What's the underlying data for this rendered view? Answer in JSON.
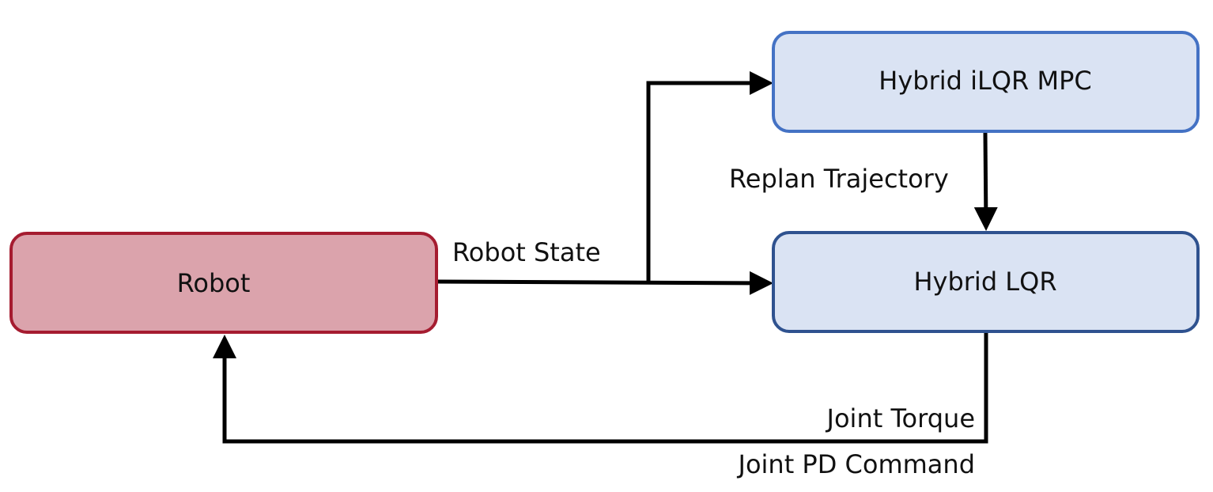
{
  "nodes": {
    "robot": {
      "label": "Robot",
      "fill": "#dba3ac",
      "border": "#a51c30"
    },
    "ilqr_mpc": {
      "label": "Hybrid iLQR MPC",
      "fill": "#dae3f3",
      "border": "#4472c4"
    },
    "lqr": {
      "label": "Hybrid LQR",
      "fill": "#dae3f3",
      "border": "#2f528f"
    }
  },
  "edges": {
    "robot_state": {
      "label": "Robot State"
    },
    "replan": {
      "label": "Replan Trajectory"
    },
    "feedback": {
      "label_top": "Joint Torque",
      "label_bottom": "Joint PD Command"
    }
  }
}
